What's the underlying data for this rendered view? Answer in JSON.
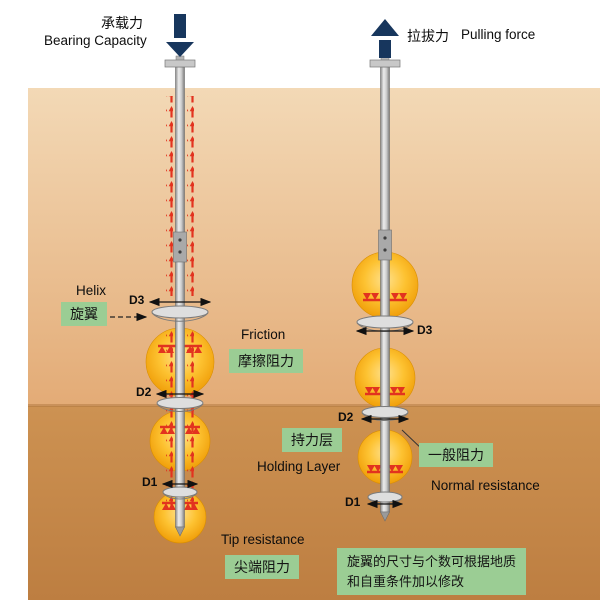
{
  "colors": {
    "label-green": "#9bcd94",
    "arrow-navy": "#17365d",
    "resistance-red": "#e2331f",
    "bulb-orange": "#f6a800",
    "soil-upper": "#ecc89e",
    "soil-lower": "#c58a4c",
    "steel-gray": "#bdbdbd"
  },
  "header": {
    "bearing": {
      "zh": "承载力",
      "en": "Bearing Capacity"
    },
    "pulling": {
      "zh": "拉拔力",
      "en": "Pulling force"
    }
  },
  "labels": {
    "helix": {
      "en": "Helix",
      "zh": "旋翼"
    },
    "friction": {
      "en": "Friction",
      "zh": "摩擦阻力"
    },
    "holding": {
      "zh": "持力层",
      "en": "Holding Layer"
    },
    "normal": {
      "zh": "一般阻力",
      "en": "Normal resistance"
    },
    "tip": {
      "en": "Tip resistance",
      "zh": "尖端阻力"
    },
    "note": {
      "line1": "旋翼的尺寸与个数可根据地质",
      "line2": "和自重条件加以修改"
    }
  },
  "dimensions": {
    "left": [
      "D3",
      "D2",
      "D1"
    ],
    "right": [
      "D3",
      "D2",
      "D1"
    ]
  }
}
